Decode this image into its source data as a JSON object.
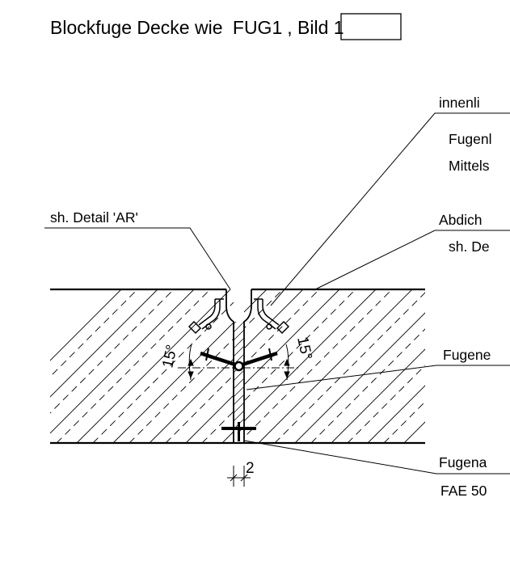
{
  "title": {
    "prefix": "Blockfuge Decke wie ",
    "ref": "FUG1",
    "suffix": ", Bild 1"
  },
  "labels": {
    "detail_ar": "sh. Detail 'AR'",
    "top_right_1": "innenli",
    "top_right_2": "Fugenl",
    "top_right_3": "Mittels",
    "seal_1": "Abdich",
    "seal_2": "sh. De",
    "joint_filler": "Fugene",
    "joint_closure_1": "Fugena",
    "joint_closure_2": "FAE 50"
  },
  "dimensions": {
    "angle_left": "15°",
    "angle_right": "15°",
    "joint_width": "2"
  }
}
